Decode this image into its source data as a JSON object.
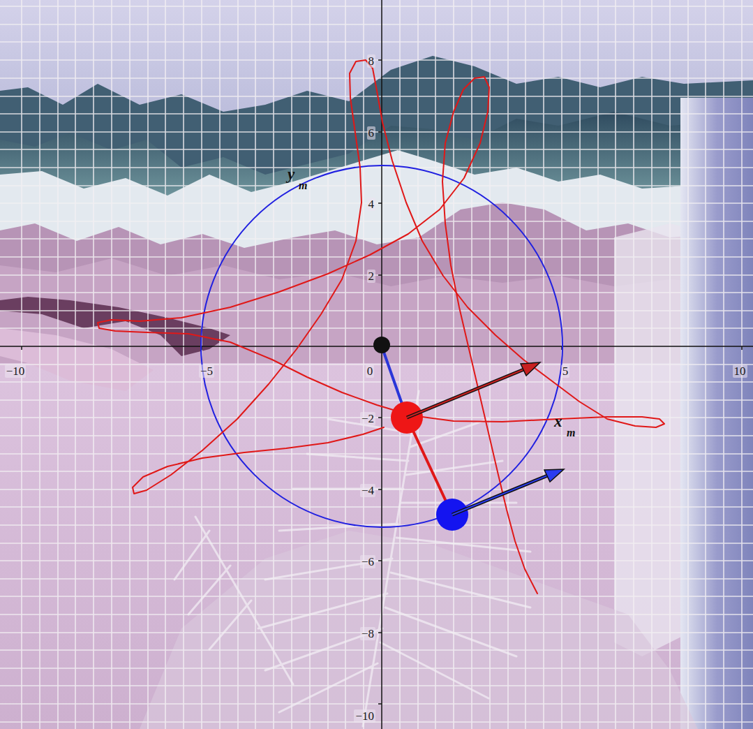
{
  "diagram": {
    "labels": [
      "y",
      "m",
      "x",
      "m",
      "−10",
      "−5",
      "0",
      "5",
      "10",
      "8",
      "6",
      "4",
      "2",
      "−2",
      "−4",
      "−6",
      "−8",
      "−10"
    ]
  }
}
